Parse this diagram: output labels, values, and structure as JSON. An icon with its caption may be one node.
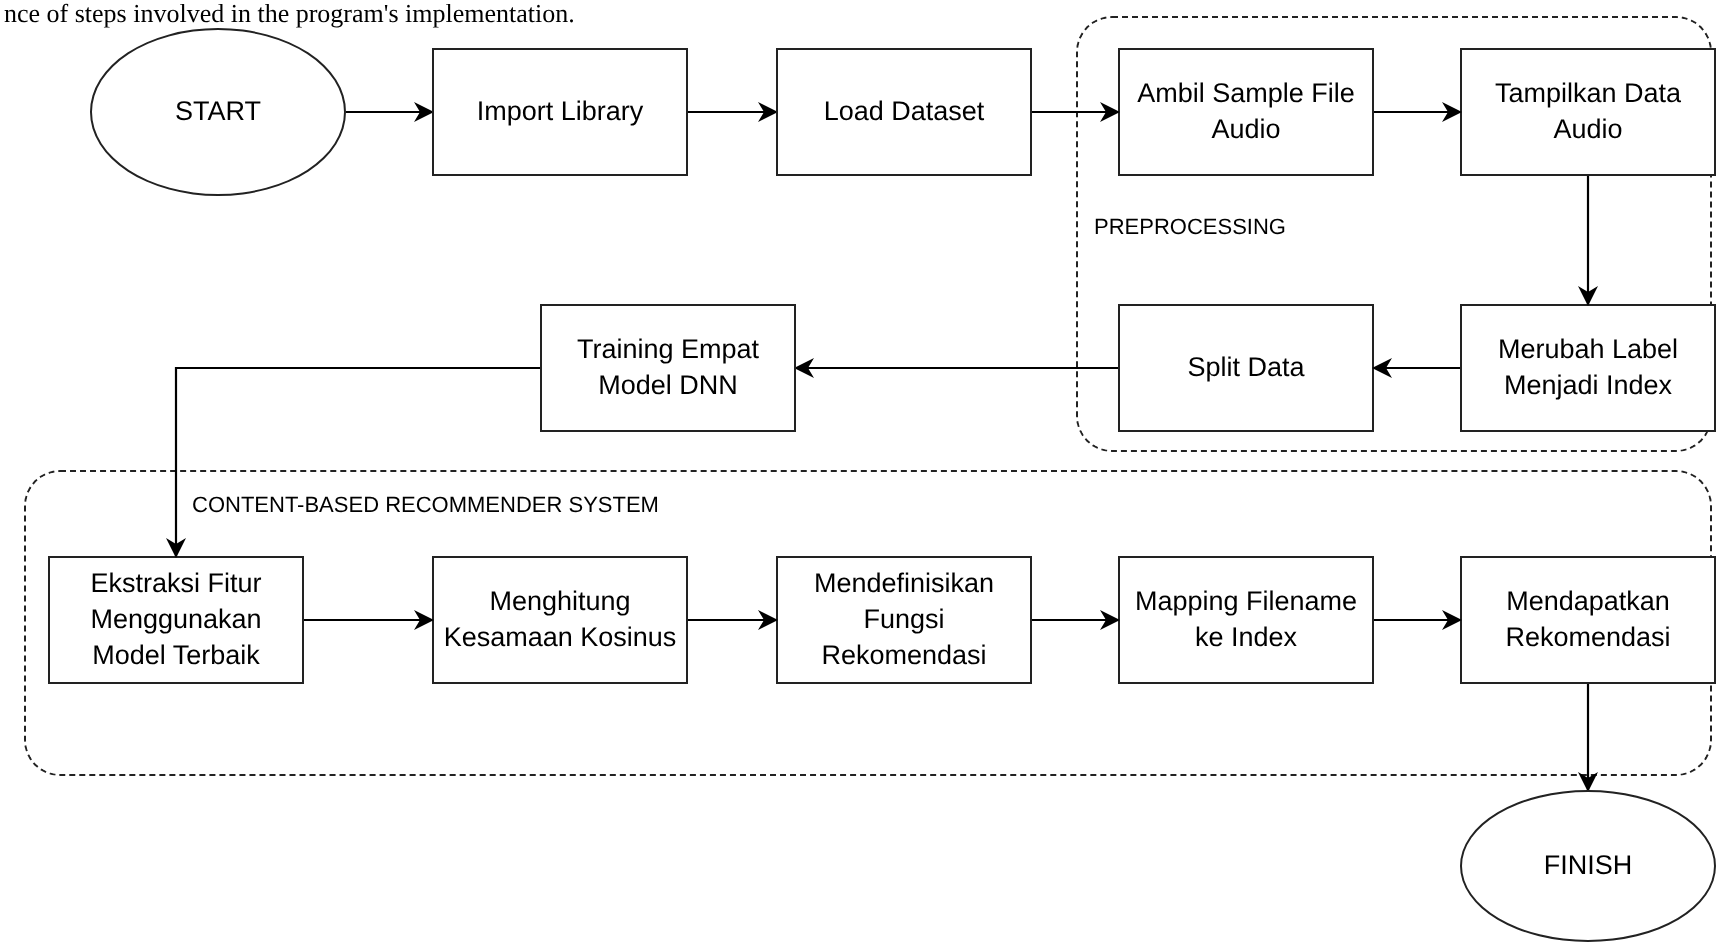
{
  "diagram": {
    "nodes": [
      {
        "text": [
          "START"
        ]
      },
      {
        "text": [
          "Import Library"
        ]
      },
      {
        "text": [
          "Load Dataset"
        ]
      },
      {
        "text": [
          "PREPROCESSING"
        ]
      },
      {
        "text": [
          "Ambil Sample File Audio"
        ],
        "in": 3
      },
      {
        "text": [
          "Tampilkan Data Audio"
        ],
        "in": 3
      },
      {
        "text": [
          "Merubah Label Menjadi Index"
        ],
        "in": 3
      },
      {
        "text": [
          "Split Data"
        ],
        "in": 3
      },
      {
        "text": [
          "Training Empat Model DNN"
        ]
      },
      {
        "text": [
          "CONTENT-BASED RECOMMENDER SYSTEM"
        ]
      },
      {
        "text": [
          "Ekstraksi Fitur Menggunakan Model Terbaik"
        ],
        "in": 9
      },
      {
        "text": [
          "Menghitung Kesamaan Kosinus"
        ],
        "in": 9
      },
      {
        "text": [
          "Mendefinisikan Fungsi Rekomendasi"
        ],
        "in": 9
      },
      {
        "text": [
          "Mapping Filename ke Index"
        ],
        "in": 9
      },
      {
        "text": [
          "Mendapatkan Rekomendasi"
        ],
        "in": 9
      },
      {
        "text": [
          "FINISH"
        ]
      }
    ],
    "edges": [
      {
        "from": 0,
        "to": 1,
        "arrow": "to"
      },
      {
        "from": 1,
        "to": 2,
        "arrow": "to"
      },
      {
        "from": 2,
        "to": 4,
        "arrow": "to"
      },
      {
        "from": 4,
        "to": 5,
        "arrow": "to"
      },
      {
        "from": 5,
        "to": 6,
        "arrow": "to"
      },
      {
        "from": 6,
        "to": 7,
        "arrow": "to"
      },
      {
        "from": 7,
        "to": 8,
        "arrow": "to"
      },
      {
        "from": 8,
        "to": 10,
        "arrow": "to"
      },
      {
        "from": 10,
        "to": 11,
        "arrow": "to"
      },
      {
        "from": 11,
        "to": 12,
        "arrow": "to"
      },
      {
        "from": 12,
        "to": 13,
        "arrow": "to"
      },
      {
        "from": 13,
        "to": 14,
        "arrow": "to"
      },
      {
        "from": 14,
        "to": 15,
        "arrow": "to"
      }
    ],
    "labels": [
      "nce of steps involved in the program's implementation."
    ]
  }
}
